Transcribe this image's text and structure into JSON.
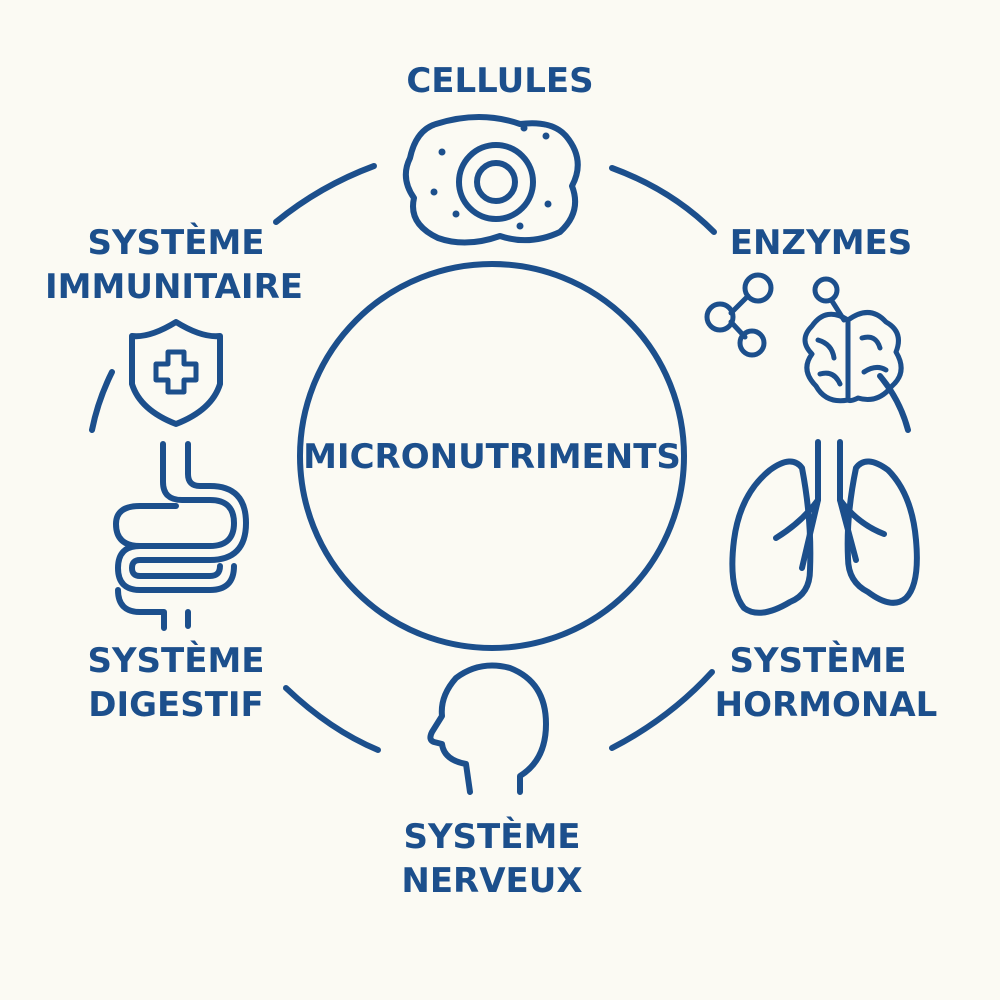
{
  "center": {
    "label": "MICRONUTRIMENTS"
  },
  "nodes": [
    {
      "id": "cellules",
      "lines": [
        "CELLULES"
      ],
      "icon": "cell-icon"
    },
    {
      "id": "enzymes",
      "lines": [
        "ENZYMES"
      ],
      "icon": "enzymes-icon"
    },
    {
      "id": "hormonal",
      "lines": [
        "SYSTÈME",
        "HORMONAL"
      ],
      "icon": "lungs-icon"
    },
    {
      "id": "nerveux",
      "lines": [
        "SYSTÈME",
        "NERVEUX"
      ],
      "icon": "head-profile-icon"
    },
    {
      "id": "digestif",
      "lines": [
        "SYSTÈME",
        "DIGESTIF"
      ],
      "icon": "intestine-icon"
    },
    {
      "id": "immunitaire",
      "lines": [
        "SYSTÈME",
        "IMMUNITAIRE"
      ],
      "icon": "shield-cross-icon"
    }
  ],
  "colors": {
    "primary": "#1c4f8c",
    "background": "#fbfaf3"
  }
}
